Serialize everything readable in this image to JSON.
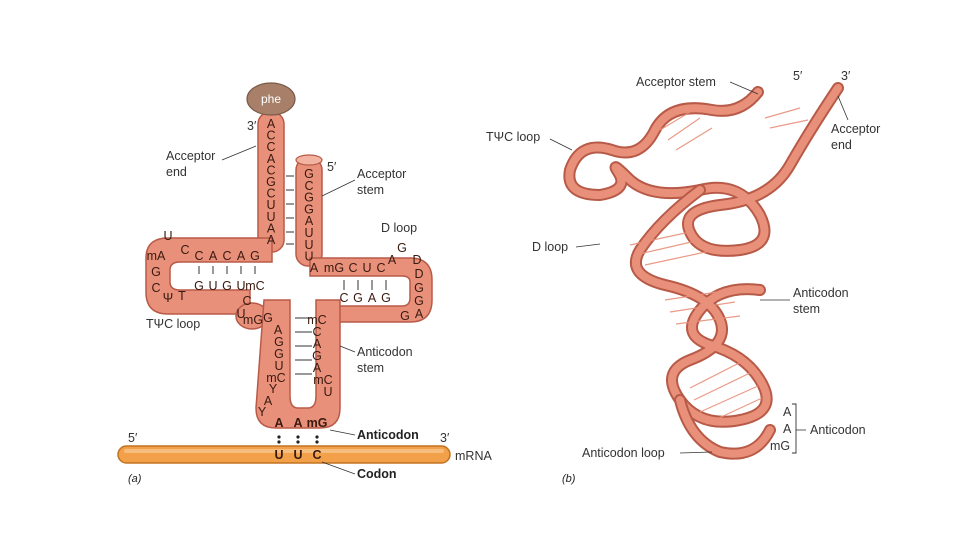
{
  "panel_a": {
    "amino_acid": "phe",
    "three_prime": "3′",
    "five_prime": "5′",
    "acceptor_end_line1": "Acceptor",
    "acceptor_end_line2": "end",
    "acceptor_stem_line1": "Acceptor",
    "acceptor_stem_line2": "stem",
    "d_loop": "D loop",
    "tpsic_loop": "TΨC loop",
    "anticodon_stem_line1": "Anticodon",
    "anticodon_stem_line2": "stem",
    "anticodon": "Anticodon",
    "codon": "Codon",
    "mrna": "mRNA",
    "mrna_5": "5′",
    "mrna_3": "3′",
    "caption": "(a)",
    "bases": {
      "acceptor_left": [
        "A",
        "C",
        "C",
        "A",
        "C",
        "G",
        "C",
        "U",
        "U",
        "A",
        "A"
      ],
      "acceptor_right": [
        "G",
        "C",
        "G",
        "G",
        "A",
        "U",
        "U",
        "U"
      ],
      "tpsic_stem_top": [
        "C",
        "A",
        "C",
        "A",
        "G"
      ],
      "tpsic_loop": [
        "U",
        "C",
        "mA",
        "G",
        "C",
        "Ψ",
        "T"
      ],
      "tpsic_stem_bottom": [
        "G",
        "U",
        "G",
        "U",
        "mC"
      ],
      "d_stem_top": [
        "A",
        "mG",
        "C",
        "U",
        "C"
      ],
      "d_loop": [
        "A",
        "G",
        "D",
        "D",
        "G",
        "G",
        "A",
        "G"
      ],
      "d_stem_bottom": [
        "C",
        "G",
        "A",
        "G"
      ],
      "variable": [
        "C",
        "U",
        "mG"
      ],
      "anticodon_left": [
        "G",
        "A",
        "G",
        "G",
        "U",
        "mC",
        "Y",
        "A",
        "Y"
      ],
      "anticodon_right": [
        "mC",
        "C",
        "A",
        "G",
        "A",
        "mC",
        "U"
      ],
      "anticodon_triplet": [
        "A",
        "A",
        "mG"
      ],
      "codon_triplet": [
        "U",
        "U",
        "C"
      ]
    }
  },
  "panel_b": {
    "acceptor_stem": "Acceptor stem",
    "five_prime": "5′",
    "three_prime": "3′",
    "acceptor_end_line1": "Acceptor",
    "acceptor_end_line2": "end",
    "tpsic_loop": "TΨC loop",
    "d_loop": "D loop",
    "anticodon_stem_line1": "Anticodon",
    "anticodon_stem_line2": "stem",
    "anticodon": "Anticodon",
    "anticodon_loop": "Anticodon loop",
    "anticodon_bases": [
      "A",
      "A",
      "mG"
    ],
    "caption": "(b)"
  },
  "colors": {
    "ribbon": "#e8907a",
    "ribbon_edge": "#b85a48",
    "ribbon_light": "#f2b3a2",
    "mrna": "#f2a04a",
    "mrna_edge": "#c27320",
    "phe": "#a8806a"
  }
}
